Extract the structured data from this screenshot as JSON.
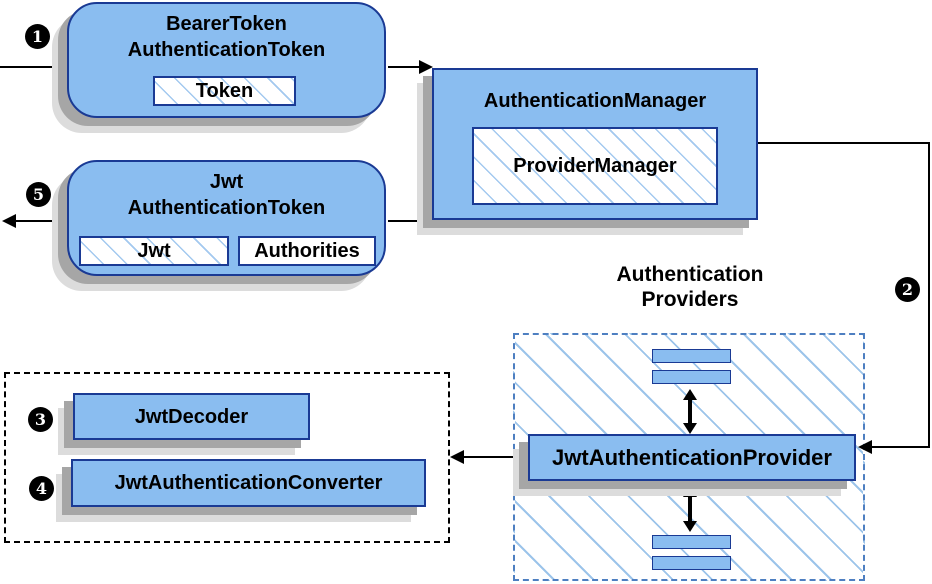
{
  "diagram": {
    "nodes": {
      "bearer": {
        "line1": "BearerToken",
        "line2": "AuthenticationToken",
        "field_token": "Token"
      },
      "manager": {
        "title": "AuthenticationManager",
        "field_provider_manager": "ProviderManager"
      },
      "jwt_token": {
        "line1": "Jwt",
        "line2": "AuthenticationToken",
        "field_jwt": "Jwt",
        "field_authorities": "Authorities"
      },
      "provider": {
        "title": "JwtAuthenticationProvider"
      },
      "decoder": {
        "title": "JwtDecoder"
      },
      "converter": {
        "title": "JwtAuthenticationConverter"
      }
    },
    "providers_group": {
      "label_line1": "Authentication",
      "label_line2": "Providers"
    },
    "steps": {
      "s1": "1",
      "s2": "2",
      "s3": "3",
      "s4": "4",
      "s5": "5"
    },
    "colors": {
      "node_fill": "#8ABDF0",
      "node_border": "#1A3A94",
      "hatch_line": "#A3C9EF",
      "dashed_blue_border": "#4E7FC1",
      "dashed_black_border": "#000000",
      "shadow_dark": "#A6A6A6",
      "shadow_light": "#DCDCDC",
      "arrow": "#000000",
      "badge_bg": "#000000",
      "badge_text": "#FFFFFF"
    }
  }
}
